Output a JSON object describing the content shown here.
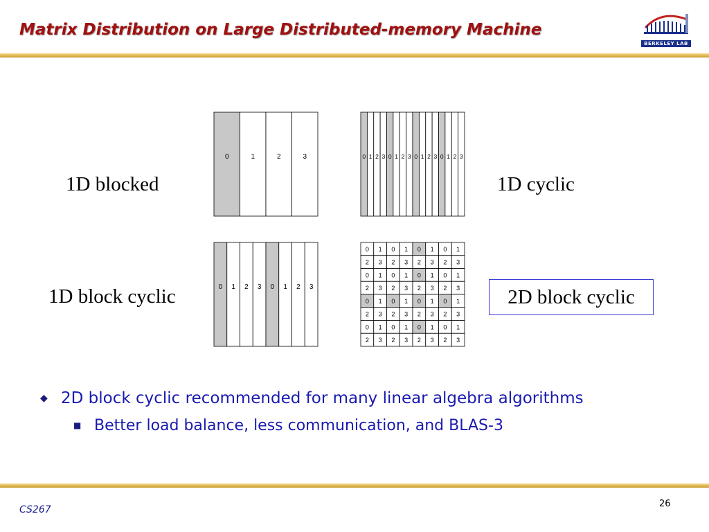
{
  "slide": {
    "title": "Matrix Distribution on Large Distributed-memory Machine",
    "logo_text": "BERKELEY LAB",
    "footer": "CS267",
    "page_number": "26"
  },
  "labels": {
    "blocked_1d": "1D blocked",
    "cyclic_1d": "1D cyclic",
    "block_cyclic_1d": "1D block cyclic",
    "block_cyclic_2d": "2D block cyclic"
  },
  "diagrams": {
    "blocked_1d": {
      "columns": [
        "0",
        "1",
        "2",
        "3"
      ],
      "shaded_processor": "0"
    },
    "cyclic_1d": {
      "pattern": [
        "0",
        "1",
        "2",
        "3"
      ],
      "repeats": 4,
      "shaded_processor": "0"
    },
    "block_cyclic_1d": {
      "columns": [
        "0",
        "1",
        "2",
        "3",
        "0",
        "1",
        "2",
        "3"
      ],
      "shaded_processor": "0"
    },
    "block_cyclic_2d": {
      "rows": [
        [
          "0",
          "1",
          "0",
          "1",
          "0",
          "1",
          "0",
          "1"
        ],
        [
          "2",
          "3",
          "2",
          "3",
          "2",
          "3",
          "2",
          "3"
        ],
        [
          "0",
          "1",
          "0",
          "1",
          "0",
          "1",
          "0",
          "1"
        ],
        [
          "2",
          "3",
          "2",
          "3",
          "2",
          "3",
          "2",
          "3"
        ],
        [
          "0",
          "1",
          "0",
          "1",
          "0",
          "1",
          "0",
          "1"
        ],
        [
          "2",
          "3",
          "2",
          "3",
          "2",
          "3",
          "2",
          "3"
        ],
        [
          "0",
          "1",
          "0",
          "1",
          "0",
          "1",
          "0",
          "1"
        ],
        [
          "2",
          "3",
          "2",
          "3",
          "2",
          "3",
          "2",
          "3"
        ]
      ],
      "shaded_processor": "0"
    }
  },
  "bullets": [
    {
      "text": "2D block cyclic recommended for many linear algebra algorithms",
      "sub": [
        "Better load balance, less communication, and BLAS-3"
      ]
    }
  ],
  "colors": {
    "title": "#a01010",
    "bullet_text": "#1a1ab0",
    "shade": "#c8c8c8",
    "rule": "#d9a93a"
  }
}
